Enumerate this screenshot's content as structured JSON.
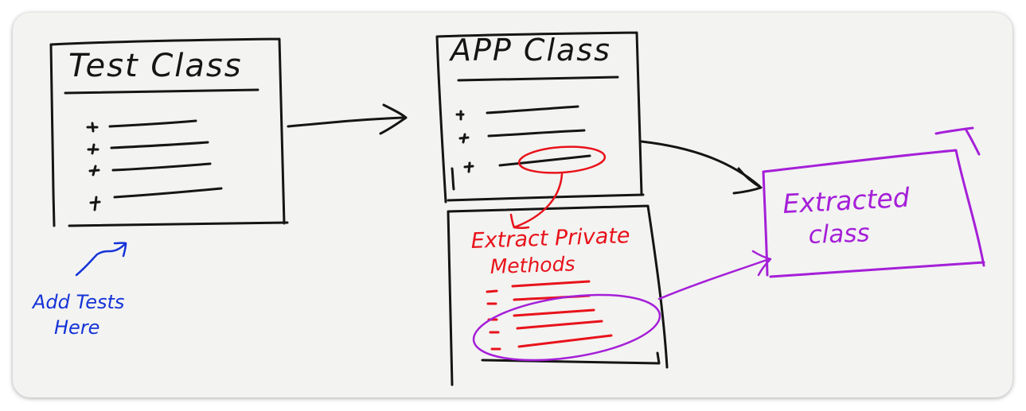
{
  "diagram": {
    "test_class": {
      "title": "Test Class"
    },
    "app_class": {
      "title": "APP Class"
    },
    "private_methods": {
      "label_line1": "Extract Private",
      "label_line2": "Methods"
    },
    "extracted_class": {
      "label_line1": "Extracted",
      "label_line2": "class"
    },
    "note": {
      "line1": "Add Tests",
      "line2": "Here"
    }
  },
  "colors": {
    "black_ink": "#151515",
    "red_ink": "#e8121b",
    "purple_ink": "#a51fd8",
    "blue_ink": "#1433d8",
    "paper": "#f3f3f1"
  }
}
